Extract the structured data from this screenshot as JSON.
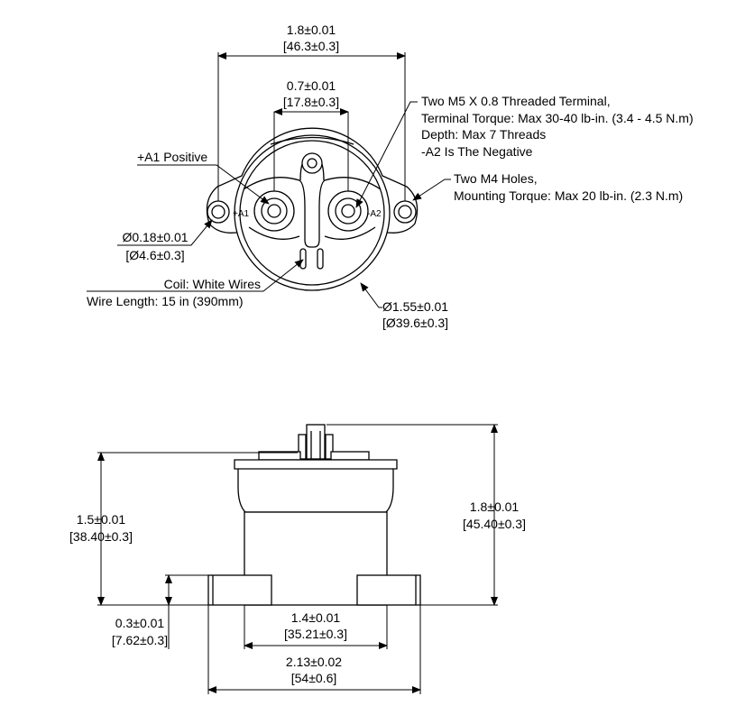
{
  "top_view": {
    "dim_overall_width": {
      "inch": "1.8±0.01",
      "mm": "[46.3±0.3]"
    },
    "dim_terminal_spacing": {
      "inch": "0.7±0.01",
      "mm": "[17.8±0.3]"
    },
    "note_terminal": [
      "Two M5 X 0.8 Threaded Terminal,",
      "Terminal Torque: Max 30-40 lb-in. (3.4 - 4.5 N.m)",
      "Depth: Max 7 Threads",
      "-A2 Is The Negative"
    ],
    "note_mounting": [
      "Two M4 Holes,",
      "Mounting Torque: Max 20 lb-in. (2.3 N.m)"
    ],
    "label_positive": "+A1 Positive",
    "terminal_marks": {
      "positive": "+A1",
      "negative": "-A2"
    },
    "dim_hole": {
      "inch": "Ø0.18±0.01",
      "mm": "[Ø4.6±0.3]"
    },
    "note_coil": [
      "Coil: White Wires",
      "Wire Length: 15 in (390mm)"
    ],
    "dim_body_diameter": {
      "inch": "Ø1.55±0.01",
      "mm": "[Ø39.6±0.3]"
    }
  },
  "side_view": {
    "dim_height_body": {
      "inch": "1.5±0.01",
      "mm": "[38.40±0.3]"
    },
    "dim_height_total": {
      "inch": "1.8±0.01",
      "mm": "[45.40±0.3]"
    },
    "dim_flange_thickness": {
      "inch": "0.3±0.01",
      "mm": "[7.62±0.3]"
    },
    "dim_body_width": {
      "inch": "1.4±0.01",
      "mm": "[35.21±0.3]"
    },
    "dim_overall_length": {
      "inch": "2.13±0.02",
      "mm": "[54±0.6]"
    }
  }
}
